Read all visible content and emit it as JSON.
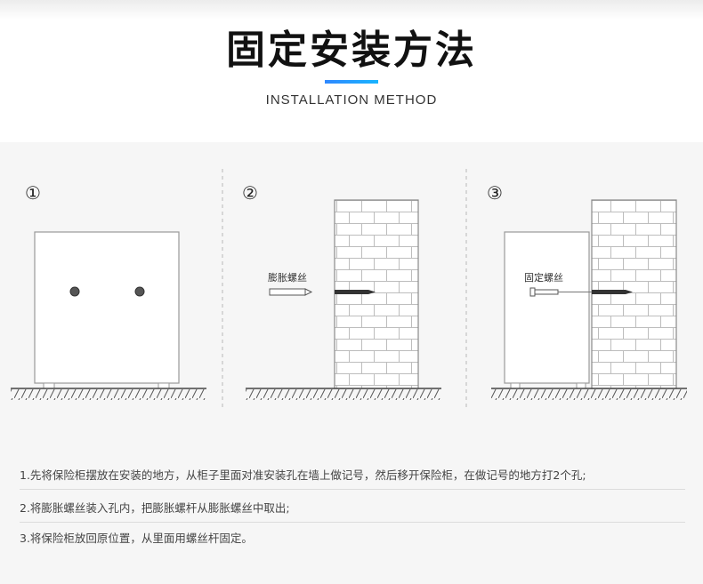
{
  "header": {
    "title": "固定安装方法",
    "subtitle": "INSTALLATION METHOD",
    "accent_color": "#1e9bff"
  },
  "steps": [
    {
      "number": "①"
    },
    {
      "number": "②",
      "callout": "膨胀螺丝"
    },
    {
      "number": "③",
      "callout": "固定螺丝"
    }
  ],
  "instructions": [
    "1.先将保险柜摆放在安装的地方，从柜子里面对准安装孔在墙上做记号，然后移开保险柜，在做记号的地方打2个孔;",
    "2.将膨胀螺丝装入孔内，把膨胀螺杆从膨胀螺丝中取出;",
    "3.将保险柜放回原位置，从里面用螺丝杆固定。"
  ]
}
